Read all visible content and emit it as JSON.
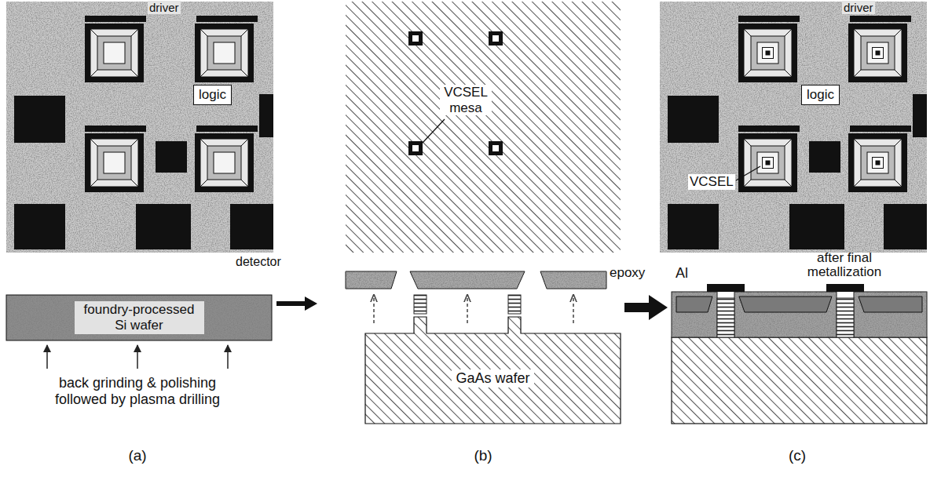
{
  "diagram": {
    "nodes": [
      {
        "text": [
          "logic"
        ]
      },
      {
        "text": [
          "logic"
        ]
      },
      {
        "text": [
          "foundry-processed Si wafer"
        ]
      },
      {
        "text": [
          "GaAs wafer"
        ]
      }
    ],
    "labels": [
      "driver",
      "detector",
      "back grinding & polishing followed by plasma drilling",
      "(a)",
      "VCSEL mesa",
      "epoxy",
      "(b)",
      "driver",
      "VCSEL",
      "Al",
      "after final metallization",
      "(c)"
    ]
  }
}
